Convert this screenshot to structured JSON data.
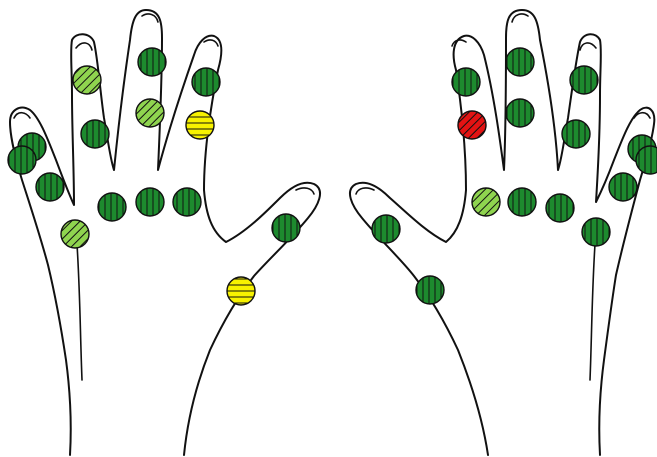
{
  "status_colors": {
    "healthy": "#1d8a2e",
    "mild": "#8fd44f",
    "moderate": "#f7f200",
    "severe": "#e31313"
  },
  "hands": [
    {
      "side": "left",
      "joints": [
        {
          "status": "mild"
        },
        {
          "status": "mild"
        },
        {
          "status": "moderate"
        },
        {
          "status": "healthy"
        },
        {
          "status": "healthy"
        },
        {
          "status": "healthy"
        },
        {
          "status": "healthy"
        },
        {
          "status": "healthy"
        },
        {
          "status": "healthy"
        },
        {
          "status": "healthy"
        },
        {
          "status": "healthy"
        },
        {
          "status": "healthy"
        },
        {
          "status": "mild"
        },
        {
          "status": "healthy"
        },
        {
          "status": "moderate"
        }
      ]
    },
    {
      "side": "right",
      "joints": [
        {
          "status": "healthy"
        },
        {
          "status": "healthy"
        },
        {
          "status": "healthy"
        },
        {
          "status": "severe"
        },
        {
          "status": "healthy"
        },
        {
          "status": "healthy"
        },
        {
          "status": "healthy"
        },
        {
          "status": "healthy"
        },
        {
          "status": "healthy"
        },
        {
          "status": "mild"
        },
        {
          "status": "healthy"
        },
        {
          "status": "healthy"
        },
        {
          "status": "healthy"
        },
        {
          "status": "healthy"
        },
        {
          "status": "healthy"
        }
      ]
    }
  ]
}
